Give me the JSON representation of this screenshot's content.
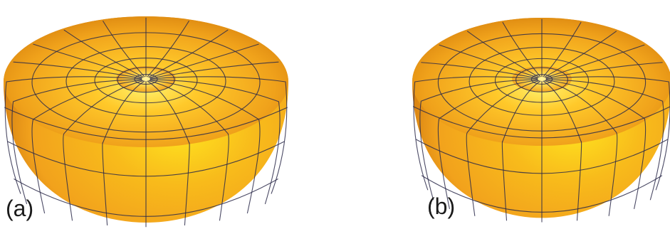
{
  "figure": {
    "panels": [
      {
        "label": "(a)",
        "shape": "torus-dipole-pattern",
        "surface_color": "#f2a21c",
        "grid_color": "#2c2a4a"
      },
      {
        "label": "(b)",
        "shape": "torus-dipole-pattern",
        "surface_color": "#f2a21c",
        "grid_color": "#2c2a4a"
      }
    ]
  }
}
